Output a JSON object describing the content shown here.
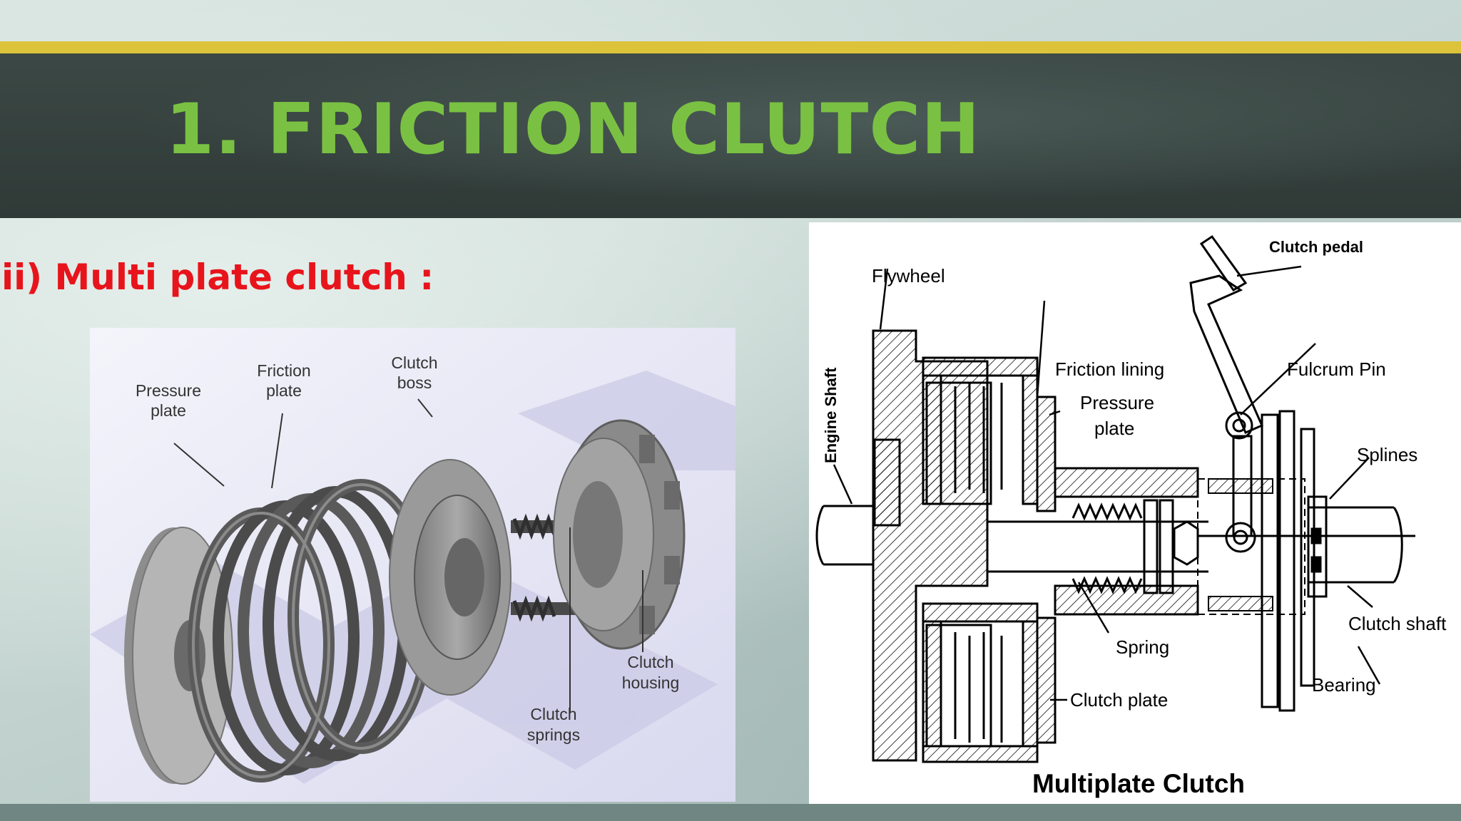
{
  "slide": {
    "title": "1. FRICTION CLUTCH",
    "subtitle": "ii) Multi plate clutch :"
  },
  "colors": {
    "title_green": "#7ac143",
    "subtitle_red": "#e8141c",
    "gold_bar": "#dcc33a",
    "band_dark": "#333f3c"
  },
  "render_labels": {
    "pressure_plate_1": "Pressure",
    "pressure_plate_2": "plate",
    "friction_plate_1": "Friction",
    "friction_plate_2": "plate",
    "clutch_boss_1": "Clutch",
    "clutch_boss_2": "boss",
    "clutch_housing_1": "Clutch",
    "clutch_housing_2": "housing",
    "clutch_springs_1": "Clutch",
    "clutch_springs_2": "springs"
  },
  "diagram_labels": {
    "clutch_pedal": "Clutch pedal",
    "flywheel": "Flywheel",
    "engine_shaft": "Engine Shaft",
    "friction_lining": "Friction lining",
    "pressure_plate_1": "Pressure",
    "pressure_plate_2": "plate",
    "fulcrum_pin": "Fulcrum Pin",
    "splines": "Splines",
    "clutch_shaft": "Clutch shaft",
    "spring": "Spring",
    "bearing": "Bearing",
    "clutch_plate": "Clutch plate",
    "diagram_title": "Multiplate Clutch"
  }
}
